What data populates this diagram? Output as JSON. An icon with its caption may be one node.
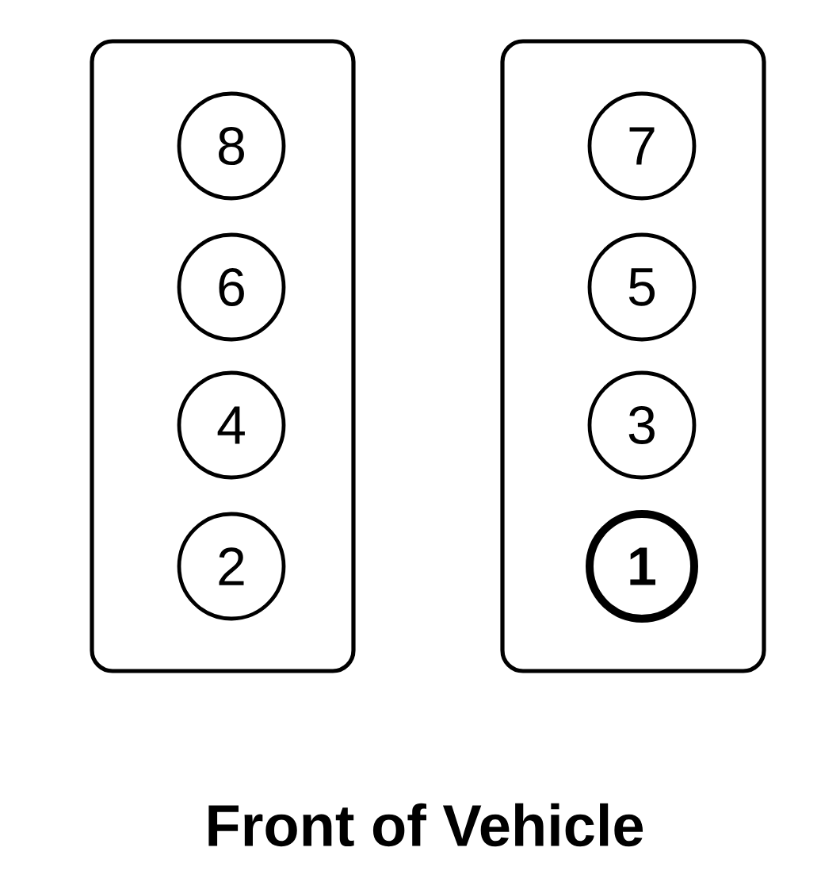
{
  "diagram": {
    "nodes": [
      {
        "text": [],
        "shape": "box"
      },
      {
        "text": [
          "8"
        ],
        "in": 0
      },
      {
        "text": [
          "6"
        ],
        "in": 0
      },
      {
        "text": [
          "4"
        ],
        "in": 0
      },
      {
        "text": [
          "2"
        ],
        "in": 0
      },
      {
        "text": [],
        "shape": "box"
      },
      {
        "text": [
          "7"
        ],
        "in": 5
      },
      {
        "text": [
          "5"
        ],
        "in": 5
      },
      {
        "text": [
          "3"
        ],
        "in": 5
      },
      {
        "text": [
          "1"
        ],
        "in": 5
      }
    ],
    "labels": [
      "Front of Vehicle"
    ]
  }
}
